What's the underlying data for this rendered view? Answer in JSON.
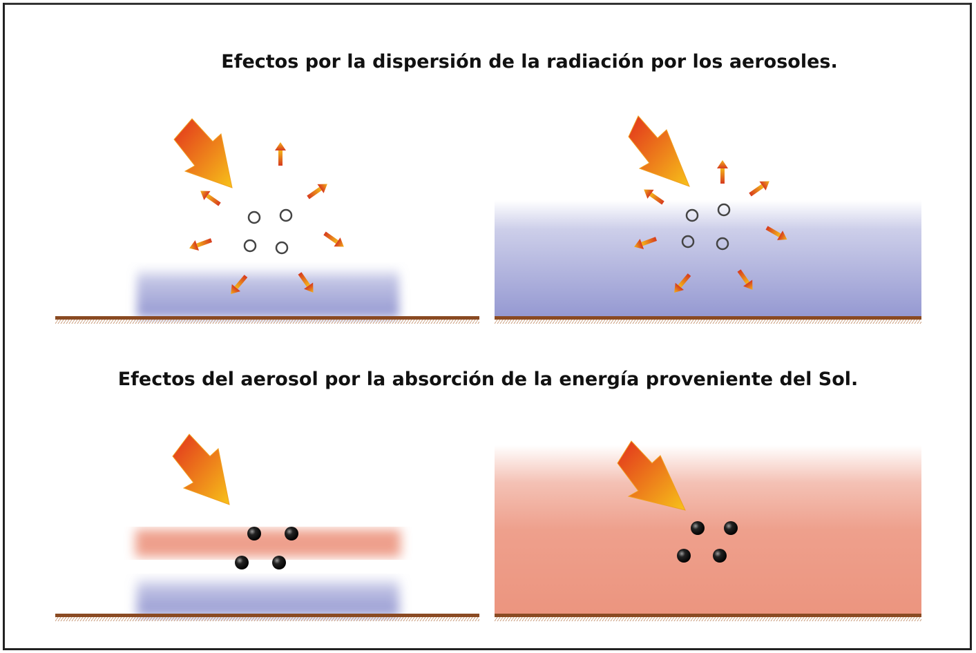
{
  "headings": {
    "scattering": "Efectos por la dispersión de la radiación por los aerosoles.",
    "absorption": "Efectos del aerosol por la absorción de la energía proveniente del Sol."
  },
  "panels": [
    {
      "id": "scattering-thin-layer",
      "aerosol": "scattering",
      "layer": "thin-blue"
    },
    {
      "id": "scattering-thick-layer",
      "aerosol": "scattering",
      "layer": "thick-blue"
    },
    {
      "id": "absorption-thin-layer",
      "aerosol": "absorbing",
      "layer": "red-over-blue"
    },
    {
      "id": "absorption-thick-layer",
      "aerosol": "absorbing",
      "layer": "thick-red"
    }
  ],
  "colors": {
    "cool_layer": "#8f93cf",
    "warm_layer": "#eb8f78",
    "ground": "#8a4a22",
    "arrow_start": "#e2321c",
    "arrow_end": "#f7c21a"
  }
}
